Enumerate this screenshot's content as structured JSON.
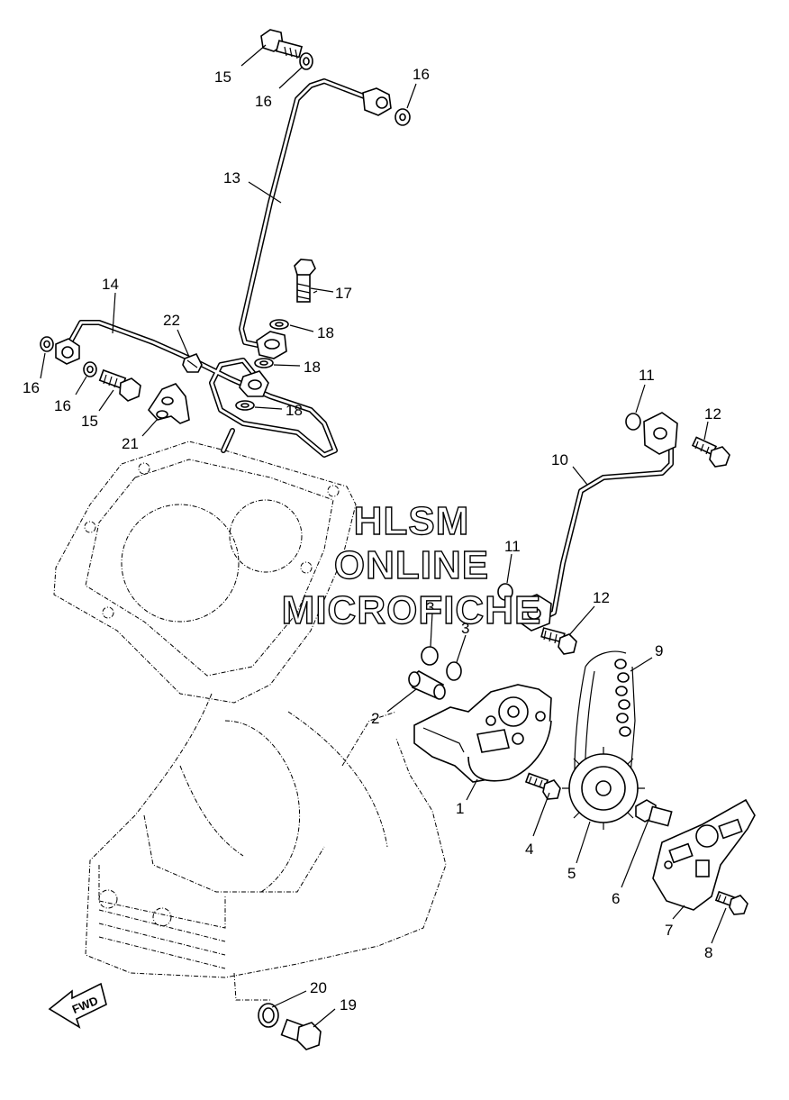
{
  "watermark": {
    "line1": "HLSM",
    "line2": "ONLINE",
    "line3": "MICROFICHE"
  },
  "fwd_label": "FWD",
  "callouts": [
    {
      "id": "c1",
      "text": "1"
    },
    {
      "id": "c2",
      "text": "2"
    },
    {
      "id": "c3a",
      "text": "3"
    },
    {
      "id": "c3b",
      "text": "3"
    },
    {
      "id": "c4",
      "text": "4"
    },
    {
      "id": "c5",
      "text": "5"
    },
    {
      "id": "c6",
      "text": "6"
    },
    {
      "id": "c7",
      "text": "7"
    },
    {
      "id": "c8",
      "text": "8"
    },
    {
      "id": "c9",
      "text": "9"
    },
    {
      "id": "c10",
      "text": "10"
    },
    {
      "id": "c11a",
      "text": "11"
    },
    {
      "id": "c11b",
      "text": "11"
    },
    {
      "id": "c12a",
      "text": "12"
    },
    {
      "id": "c12b",
      "text": "12"
    },
    {
      "id": "c13",
      "text": "13"
    },
    {
      "id": "c14",
      "text": "14"
    },
    {
      "id": "c15a",
      "text": "15"
    },
    {
      "id": "c15b",
      "text": "15"
    },
    {
      "id": "c16a",
      "text": "16"
    },
    {
      "id": "c16b",
      "text": "16"
    },
    {
      "id": "c16c",
      "text": "16"
    },
    {
      "id": "c16d",
      "text": "16"
    },
    {
      "id": "c17",
      "text": "17"
    },
    {
      "id": "c18a",
      "text": "18"
    },
    {
      "id": "c18b",
      "text": "18"
    },
    {
      "id": "c18c",
      "text": "18"
    },
    {
      "id": "c19",
      "text": "19"
    },
    {
      "id": "c20",
      "text": "20"
    },
    {
      "id": "c21",
      "text": "21"
    },
    {
      "id": "c22",
      "text": "22"
    }
  ]
}
